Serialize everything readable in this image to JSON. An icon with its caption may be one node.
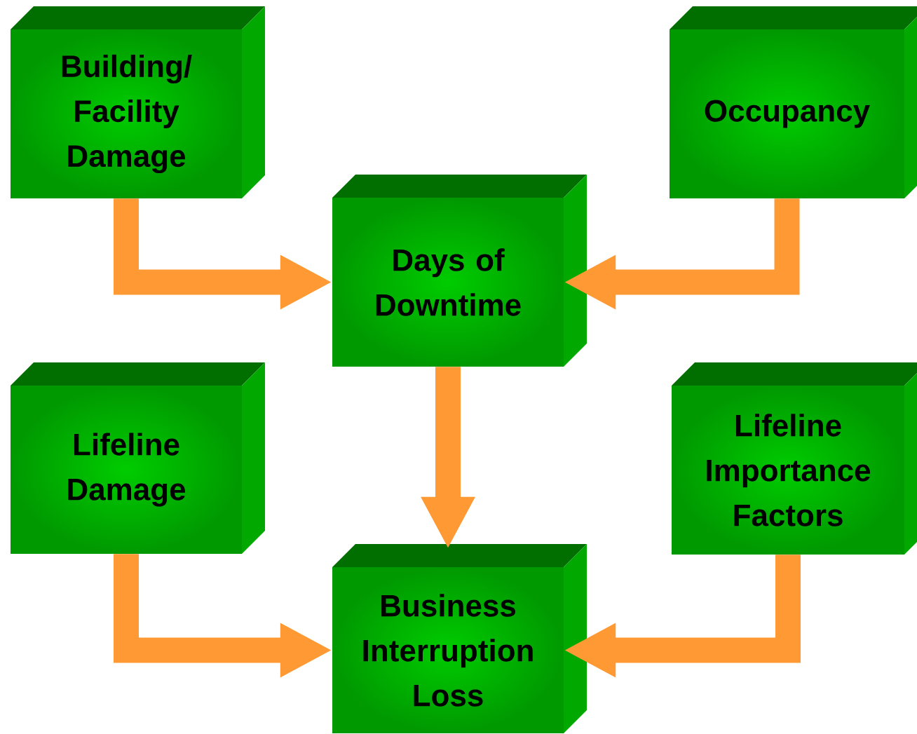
{
  "diagram": {
    "nodes": [
      {
        "text": [
          "Building/ Facility Damage"
        ]
      },
      {
        "text": [
          "Occupancy"
        ]
      },
      {
        "text": [
          "Days of Downtime"
        ]
      },
      {
        "text": [
          "Lifeline Damage"
        ]
      },
      {
        "text": [
          "Lifeline Importance Factors"
        ]
      },
      {
        "text": [
          "Business Interruption Loss"
        ]
      }
    ],
    "edges": [
      {
        "from": 0,
        "to": 2,
        "arrow": "to"
      },
      {
        "from": 1,
        "to": 2,
        "arrow": "to"
      },
      {
        "from": 2,
        "to": 5,
        "arrow": "to"
      },
      {
        "from": 3,
        "to": 5,
        "arrow": "to"
      },
      {
        "from": 4,
        "to": 5,
        "arrow": "to"
      }
    ]
  }
}
